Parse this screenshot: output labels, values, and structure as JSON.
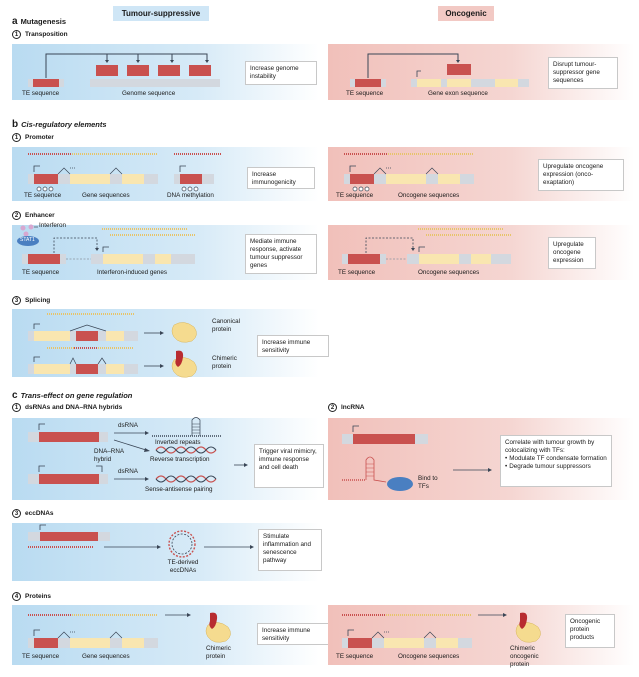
{
  "columns": {
    "tumour_suppressive": "Tumour-suppressive",
    "oncogenic": "Oncogenic"
  },
  "colors": {
    "te_red": "#c9514f",
    "exon_yellow": "#f9e6b0",
    "gray_segment": "#d3d8df",
    "blue_panel": "#b9dbf1",
    "red_panel": "#f1c0ba",
    "arrow": "#3a4656",
    "tf_blue": "#4a7fc1"
  },
  "section_a": {
    "letter": "a",
    "title": "Mutagenesis",
    "sub1": {
      "num": "1",
      "title": "Transposition",
      "ts": {
        "te_label": "TE sequence",
        "genome_label": "Genome sequence",
        "outcome": "Increase genome instability"
      },
      "on": {
        "te_label": "TE sequence",
        "gene_label": "Gene exon sequence",
        "outcome": "Disrupt tumour-suppressor gene sequences"
      }
    }
  },
  "section_b": {
    "letter": "b",
    "title": "Cis-regulatory elements",
    "sub1": {
      "num": "1",
      "title": "Promoter",
      "ts": {
        "te_label": "TE sequence",
        "gene_label": "Gene sequences",
        "meth_label": "DNA methylation",
        "outcome": "Increase immunogenicity"
      },
      "on": {
        "te_label": "TE sequence",
        "gene_label": "Oncogene sequences",
        "outcome": "Upregulate oncogene expression (onco-exaptation)"
      }
    },
    "sub2": {
      "num": "2",
      "title": "Enhancer",
      "ts": {
        "interferon_label": "Interferon",
        "stat_label": "STAT1",
        "te_label": "TE sequence",
        "gene_label": "Interferon-induced genes",
        "outcome": "Mediate immune response, activate tumour suppressor genes"
      },
      "on": {
        "te_label": "TE sequence",
        "gene_label": "Oncogene sequences",
        "outcome": "Upregulate oncogene expression"
      }
    },
    "sub3": {
      "num": "3",
      "title": "Splicing",
      "ts": {
        "canonical_label": "Canonical protein",
        "chimeric_label": "Chimeric protein",
        "outcome": "Increase immune sensitivity"
      }
    }
  },
  "section_c": {
    "letter": "c",
    "title": "Trans-effect on gene regulation",
    "sub1": {
      "num": "1",
      "title": "dsRNAs and DNA–RNA hybrids",
      "ts": {
        "dsrna_label_1": "dsRNA",
        "hybrid_label": "DNA–RNA hybrid",
        "dsrna_label_2": "dsRNA",
        "inverted_label": "Inverted repeats",
        "rt_label": "Reverse transcription",
        "pairing_label": "Sense-antisense pairing",
        "outcome": "Trigger viral mimicry, immune response and cell death"
      }
    },
    "sub2": {
      "num": "2",
      "title": "lncRNA",
      "on": {
        "bind_label": "Bind to TFs",
        "outcome_intro": "Correlate with tumour growth by colocalizing with TFs:",
        "outcome_bullets": [
          "Modulate TF condensate formation",
          "Degrade tumour suppressors"
        ]
      }
    },
    "sub3": {
      "num": "3",
      "title": "eccDNAs",
      "ts": {
        "ecc_label": "TE-derived eccDNAs",
        "outcome": "Stimulate inflammation and senescence pathway"
      }
    },
    "sub4": {
      "num": "4",
      "title": "Proteins",
      "ts": {
        "te_label": "TE sequence",
        "gene_label": "Gene sequences",
        "protein_label": "Chimeric protein",
        "outcome": "Increase immune sensitivity"
      },
      "on": {
        "te_label": "TE sequence",
        "gene_label": "Oncogene sequences",
        "protein_label": "Chimeric oncogenic protein",
        "outcome": "Oncogenic protein products"
      }
    }
  }
}
